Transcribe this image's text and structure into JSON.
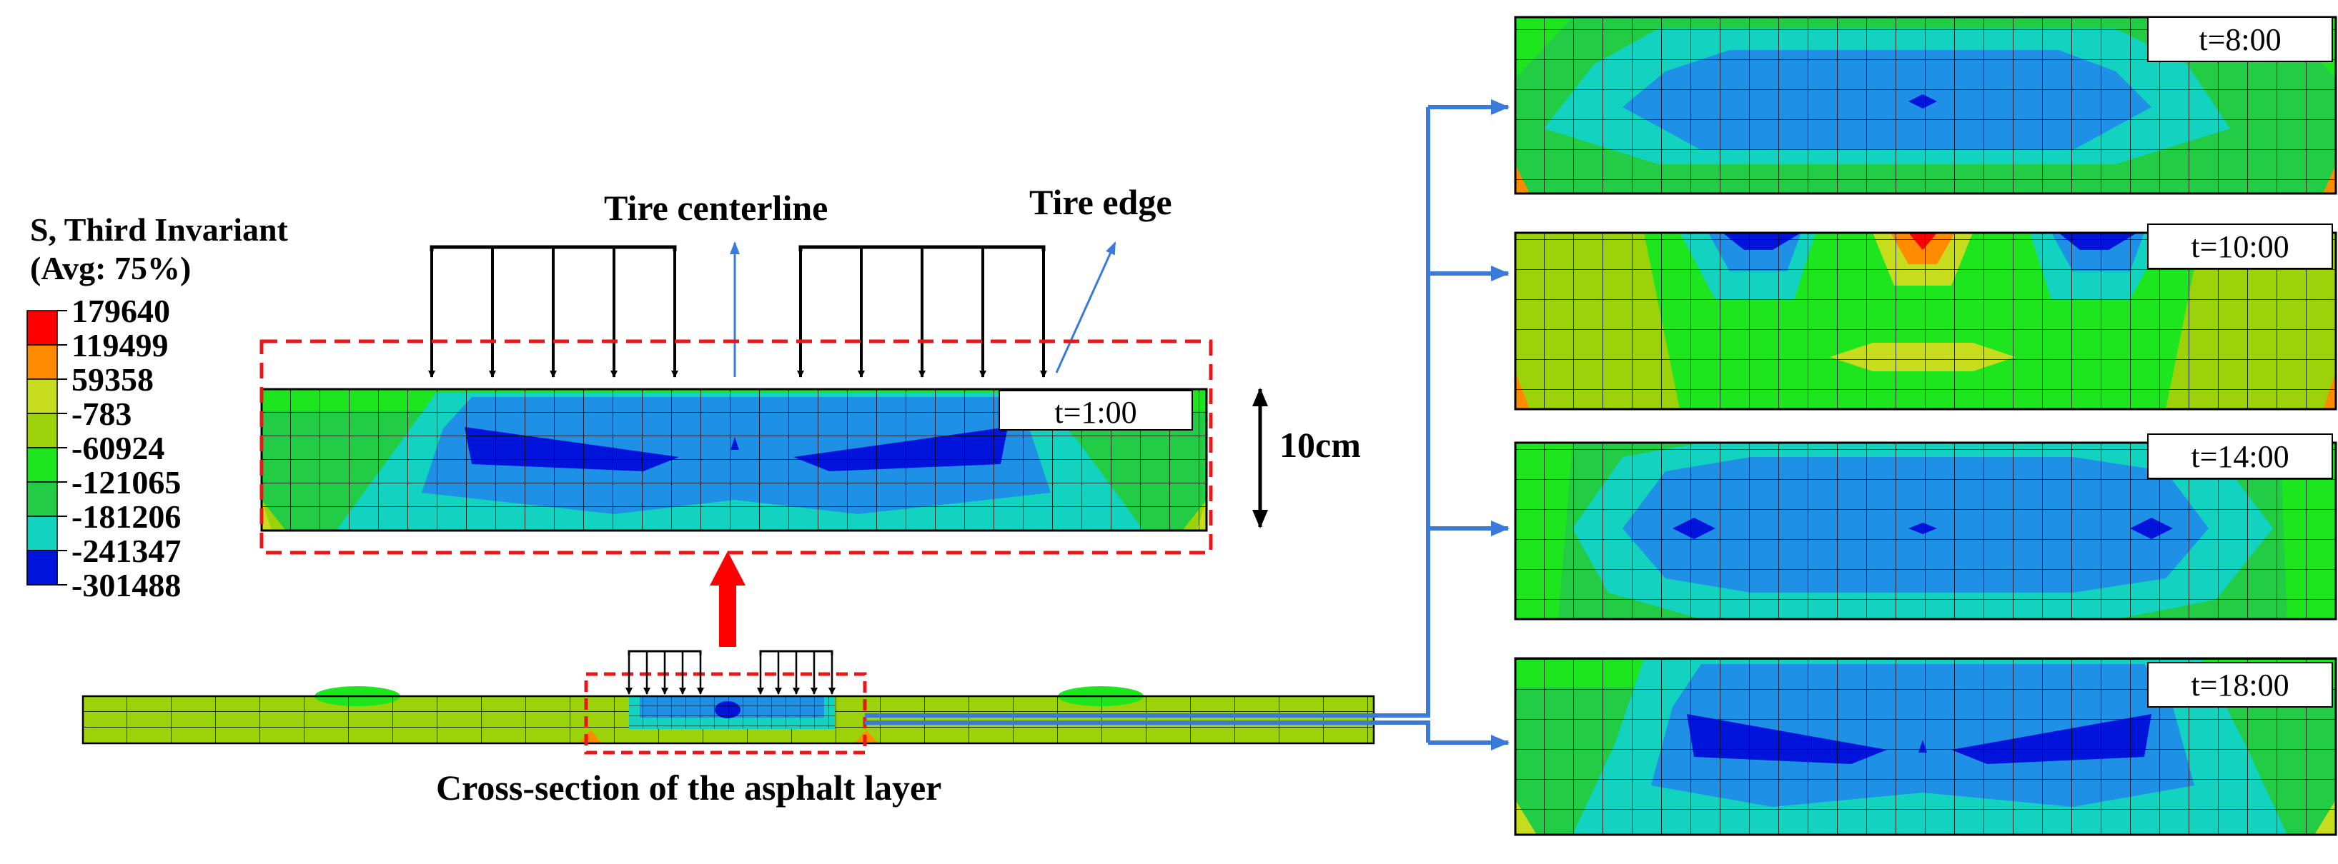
{
  "legend": {
    "title_line1": "S, Third Invariant",
    "title_line2": "(Avg: 75%)",
    "entries": [
      {
        "label": "179640",
        "color": "#ff0000"
      },
      {
        "label": "119499",
        "color": "#ff8c00"
      },
      {
        "label": "59358",
        "color": "#c8dc1e"
      },
      {
        "label": "-783",
        "color": "#9bd20a"
      },
      {
        "label": "-60924",
        "color": "#1ee61e"
      },
      {
        "label": "-121065",
        "color": "#22cc44"
      },
      {
        "label": "-181206",
        "color": "#12d2c0"
      },
      {
        "label": "-241347",
        "color": "#1e90e6"
      },
      {
        "label": "-301488",
        "color": "#0014dc"
      }
    ]
  },
  "annotations": {
    "tire_centerline": "Tire centerline",
    "tire_edge": "Tire edge",
    "dimension": "10cm",
    "cross_section": "Cross-section of the asphalt layer"
  },
  "panels": {
    "main": "t=1:00",
    "p1": "t=8:00",
    "p2": "t=10:00",
    "p3": "t=14:00",
    "p4": "t=18:00"
  },
  "colors": {
    "highlight_box": "#e81818",
    "connector": "#3a7ad8",
    "load_arrow": "#000000",
    "up_arrow": "#ff0000",
    "mesh_line": "#000000"
  }
}
